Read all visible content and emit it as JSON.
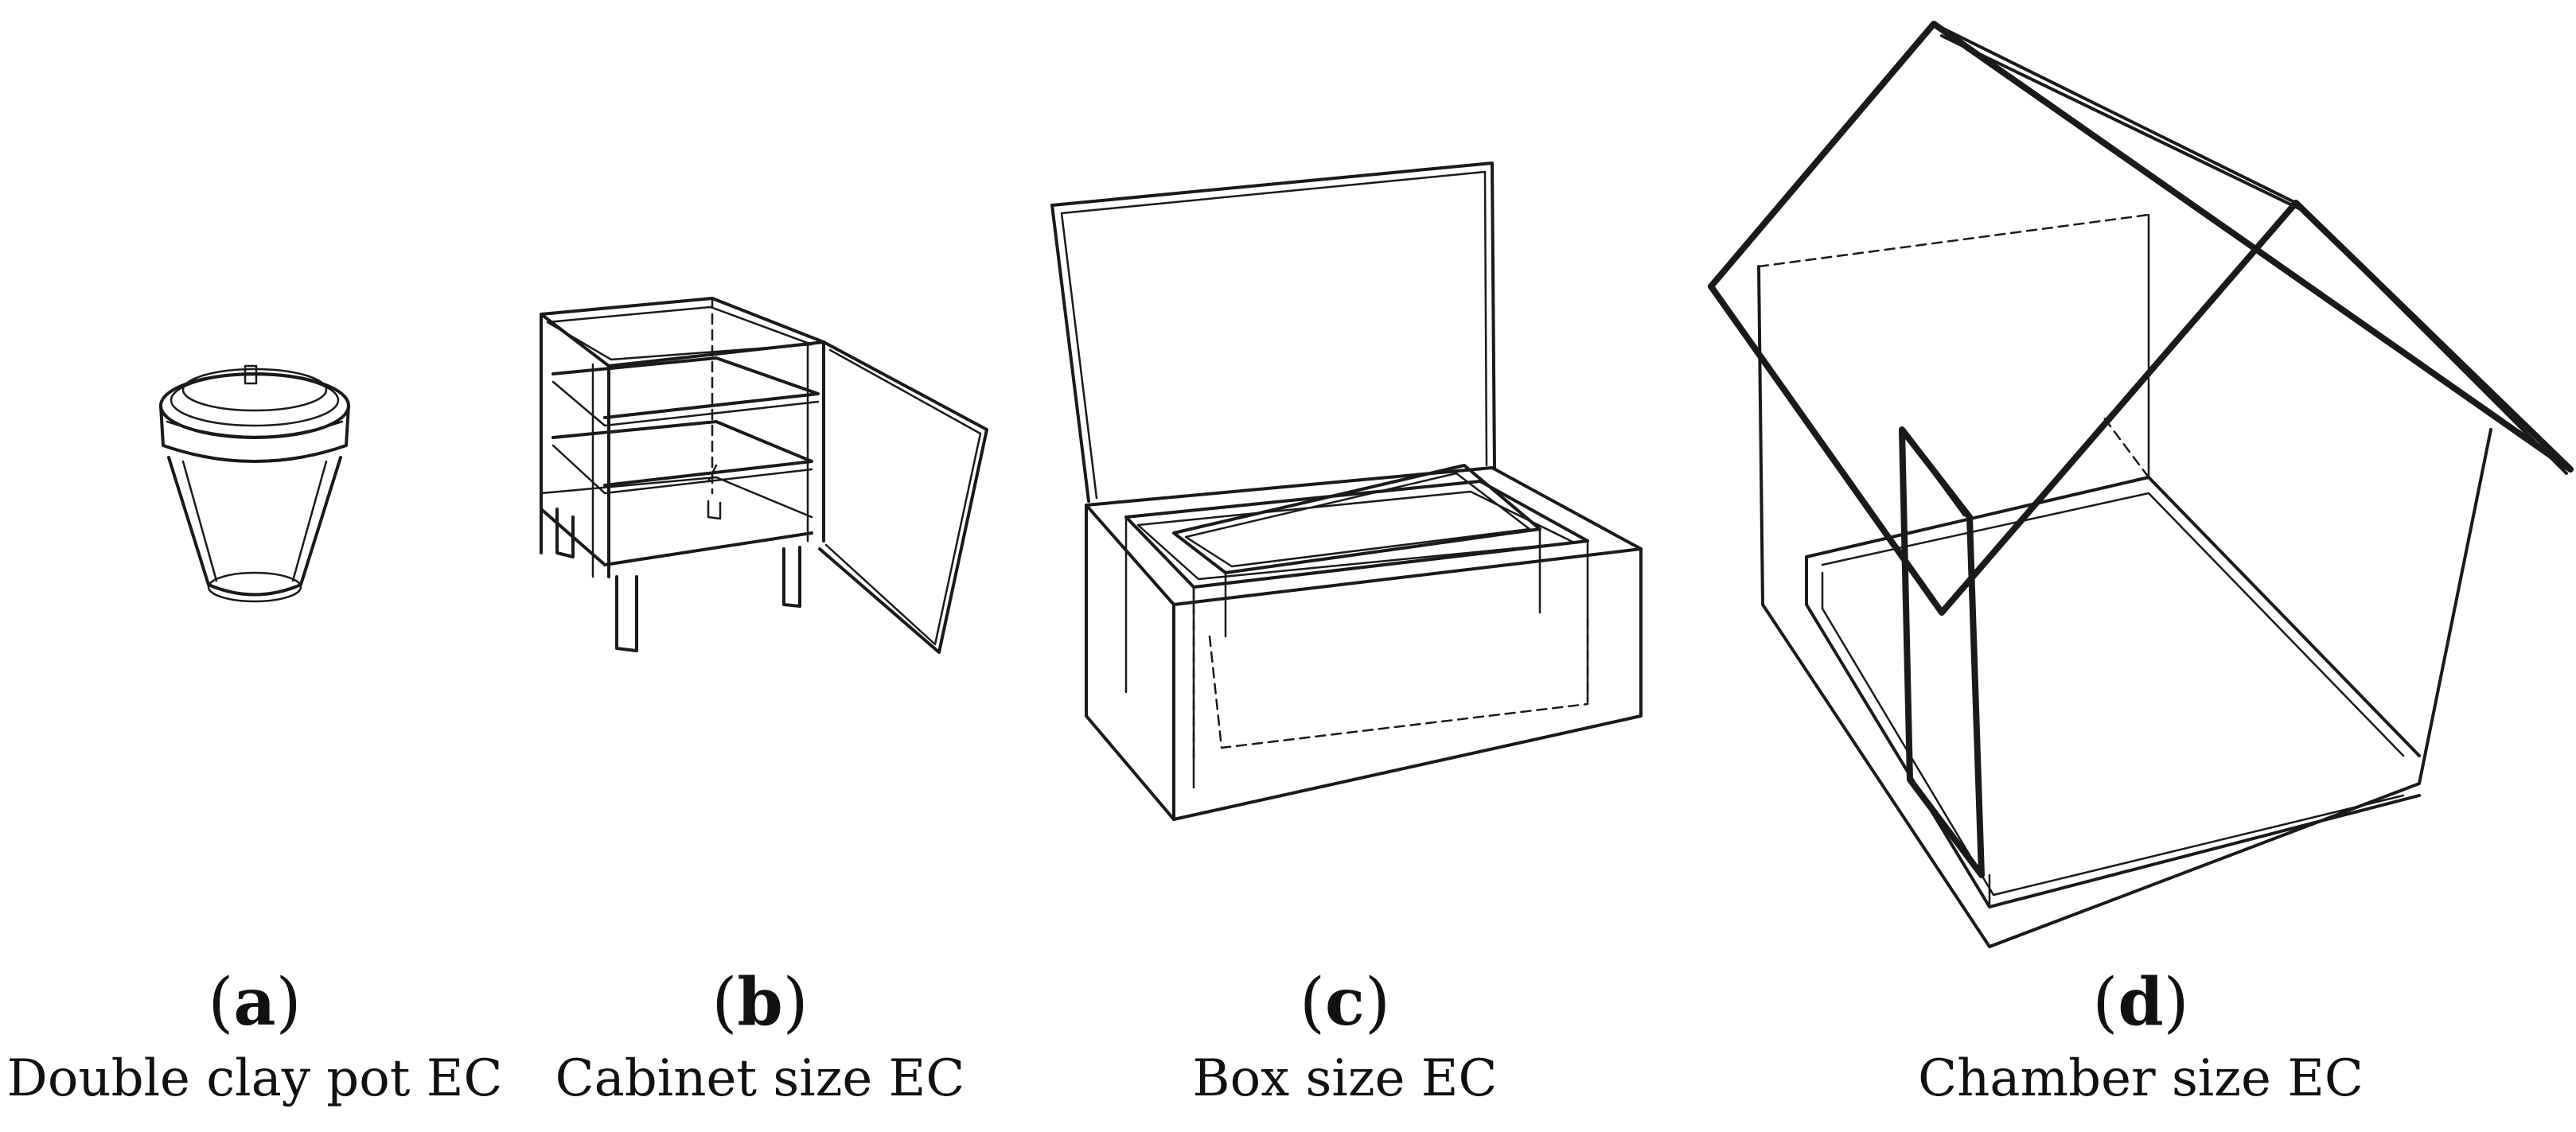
{
  "panels": [
    {
      "letter": "a",
      "name": "Double clay pot EC"
    },
    {
      "letter": "b",
      "name": "Cabinet size EC"
    },
    {
      "letter": "c",
      "name": "Box size EC"
    },
    {
      "letter": "d",
      "name": "Chamber size EC"
    }
  ]
}
